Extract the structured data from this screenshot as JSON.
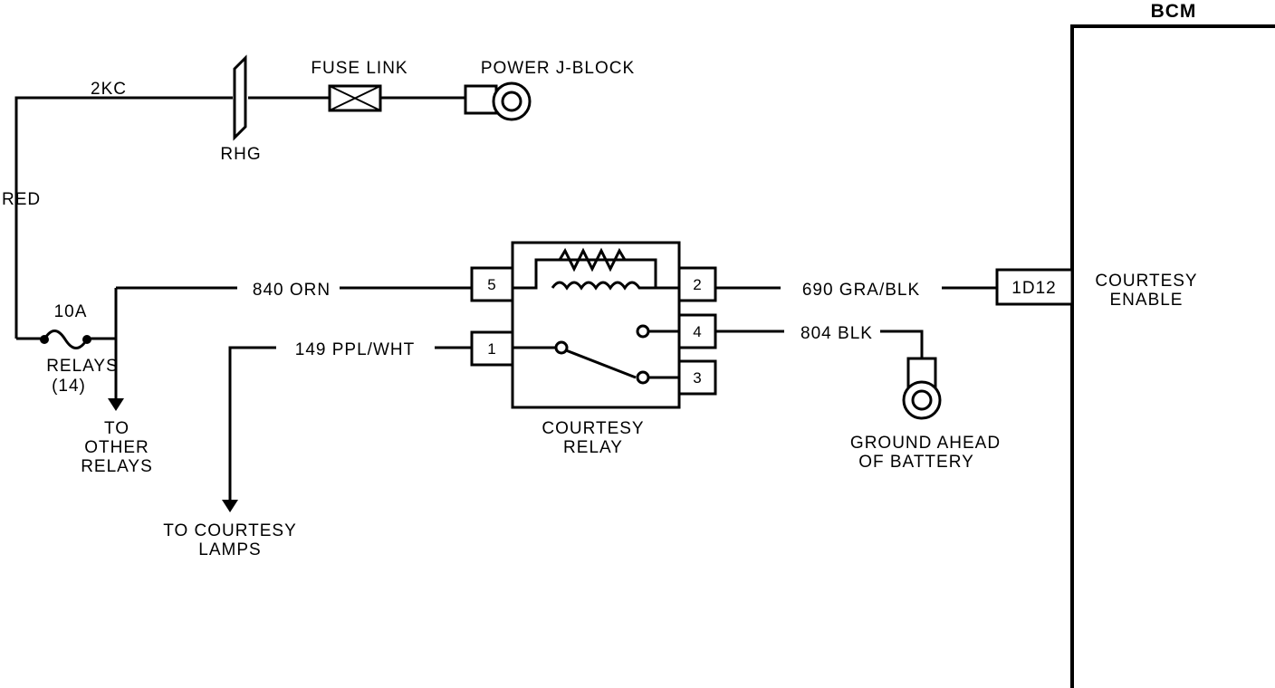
{
  "bcm": {
    "title": "BCM",
    "connector": "1D12",
    "enable_line1": "COURTESY",
    "enable_line2": "ENABLE"
  },
  "power": {
    "wire_2kc": "2KC",
    "rhg": "RHG",
    "fuse_link": "FUSE LINK",
    "j_block": "POWER J-BLOCK",
    "red": "RED"
  },
  "fuse": {
    "rating": "10A",
    "name_line1": "RELAYS",
    "name_line2": "(14)",
    "to_line1": "TO",
    "to_line2": "OTHER",
    "to_line3": "RELAYS"
  },
  "wires": {
    "orn": "840 ORN",
    "ppl_wht": "149 PPL/WHT",
    "gra_blk": "690 GRA/BLK",
    "blk": "804 BLK"
  },
  "relay": {
    "name_line1": "COURTESY",
    "name_line2": "RELAY",
    "pins": {
      "p1": "1",
      "p2": "2",
      "p3": "3",
      "p4": "4",
      "p5": "5"
    }
  },
  "lamps": {
    "line1": "TO COURTESY",
    "line2": "LAMPS"
  },
  "ground": {
    "line1": "GROUND AHEAD",
    "line2": "OF BATTERY"
  }
}
